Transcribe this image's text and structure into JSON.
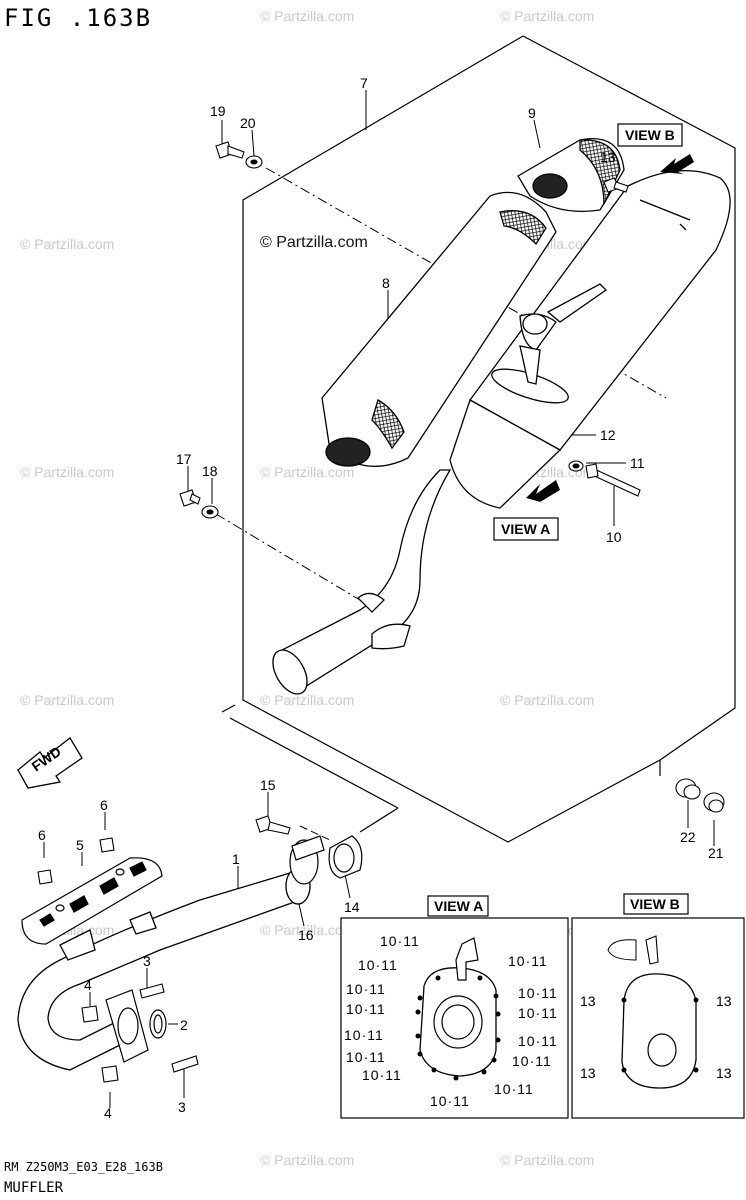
{
  "figure": {
    "title": "FIG .163B",
    "code": "RM Z250M3_E03_E28_163B",
    "caption": "MUFFLER",
    "watermark": "© Partzilla.com",
    "main_watermark": "© Partzilla.com"
  },
  "callouts": {
    "v_b_box": "VIEW B",
    "v_a_box": "VIEW A",
    "fwd": "FWD"
  },
  "parts": {
    "p1": "1",
    "p2": "2",
    "p3a": "3",
    "p3b": "3",
    "p4a": "4",
    "p4b": "4",
    "p5": "5",
    "p6a": "6",
    "p6b": "6",
    "p7": "7",
    "p8": "8",
    "p9": "9",
    "p10": "10",
    "p11": "11",
    "p12": "12",
    "p13": "13",
    "p14": "14",
    "p15": "15",
    "p16": "16",
    "p17": "17",
    "p18": "18",
    "p19": "19",
    "p20": "20",
    "p21": "21",
    "p22": "22"
  },
  "view_a": {
    "title": "VIEW A",
    "labels": [
      "10·11",
      "10·11",
      "10·11",
      "10·11",
      "10·11",
      "10·11",
      "10·11",
      "10·11",
      "10·11",
      "10·11",
      "10·11",
      "10·11",
      "10·11",
      "10·11"
    ]
  },
  "view_b": {
    "title": "VIEW B",
    "labels": [
      "13",
      "13",
      "13",
      "13"
    ]
  }
}
